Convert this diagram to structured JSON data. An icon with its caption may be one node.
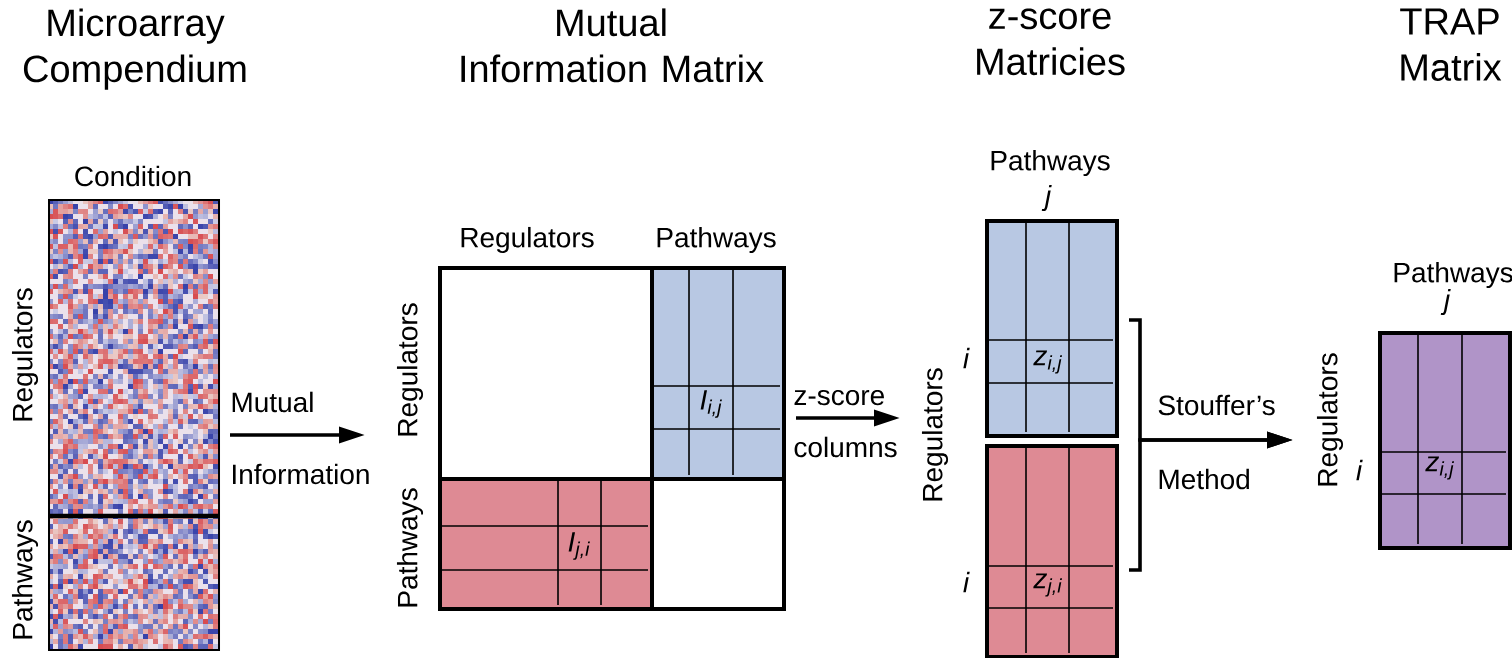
{
  "diagram": {
    "nodes": [
      {
        "text": [
          "Microarray Compendium",
          "Condition",
          "Regulators",
          "Pathways"
        ]
      },
      {
        "text": [
          "Mutual Information Matrix",
          "Regulators",
          "Pathways",
          "Regulators",
          "Pathways"
        ]
      },
      {
        "text": [
          "I$_{i,j}$"
        ],
        "in": 1
      },
      {
        "text": [
          "I$_{j,i}$"
        ],
        "in": 1
      },
      {
        "text": [
          "Pathways",
          "j",
          "i",
          "z$_{i,j}$"
        ]
      },
      {
        "text": [
          "i",
          "z$_{j,i}$"
        ]
      },
      {
        "text": [
          "TRAP Matrix",
          "Pathways",
          "j",
          "Regulators",
          "i",
          "z$_{i,j}$"
        ]
      }
    ],
    "edges": [
      {
        "from": 0,
        "to": 1,
        "arrow": "to",
        "label": "Mutual Information"
      },
      {
        "from": 1,
        "to": 4,
        "arrow": "to",
        "label": "z-score columns"
      },
      {
        "from": 4,
        "to": 6,
        "arrow": "to",
        "label": "Stouffer’s Method"
      },
      {
        "from": 5,
        "to": 6,
        "arrow": "to"
      }
    ],
    "labels": [
      "z-score Matricies",
      "Regulators"
    ]
  }
}
